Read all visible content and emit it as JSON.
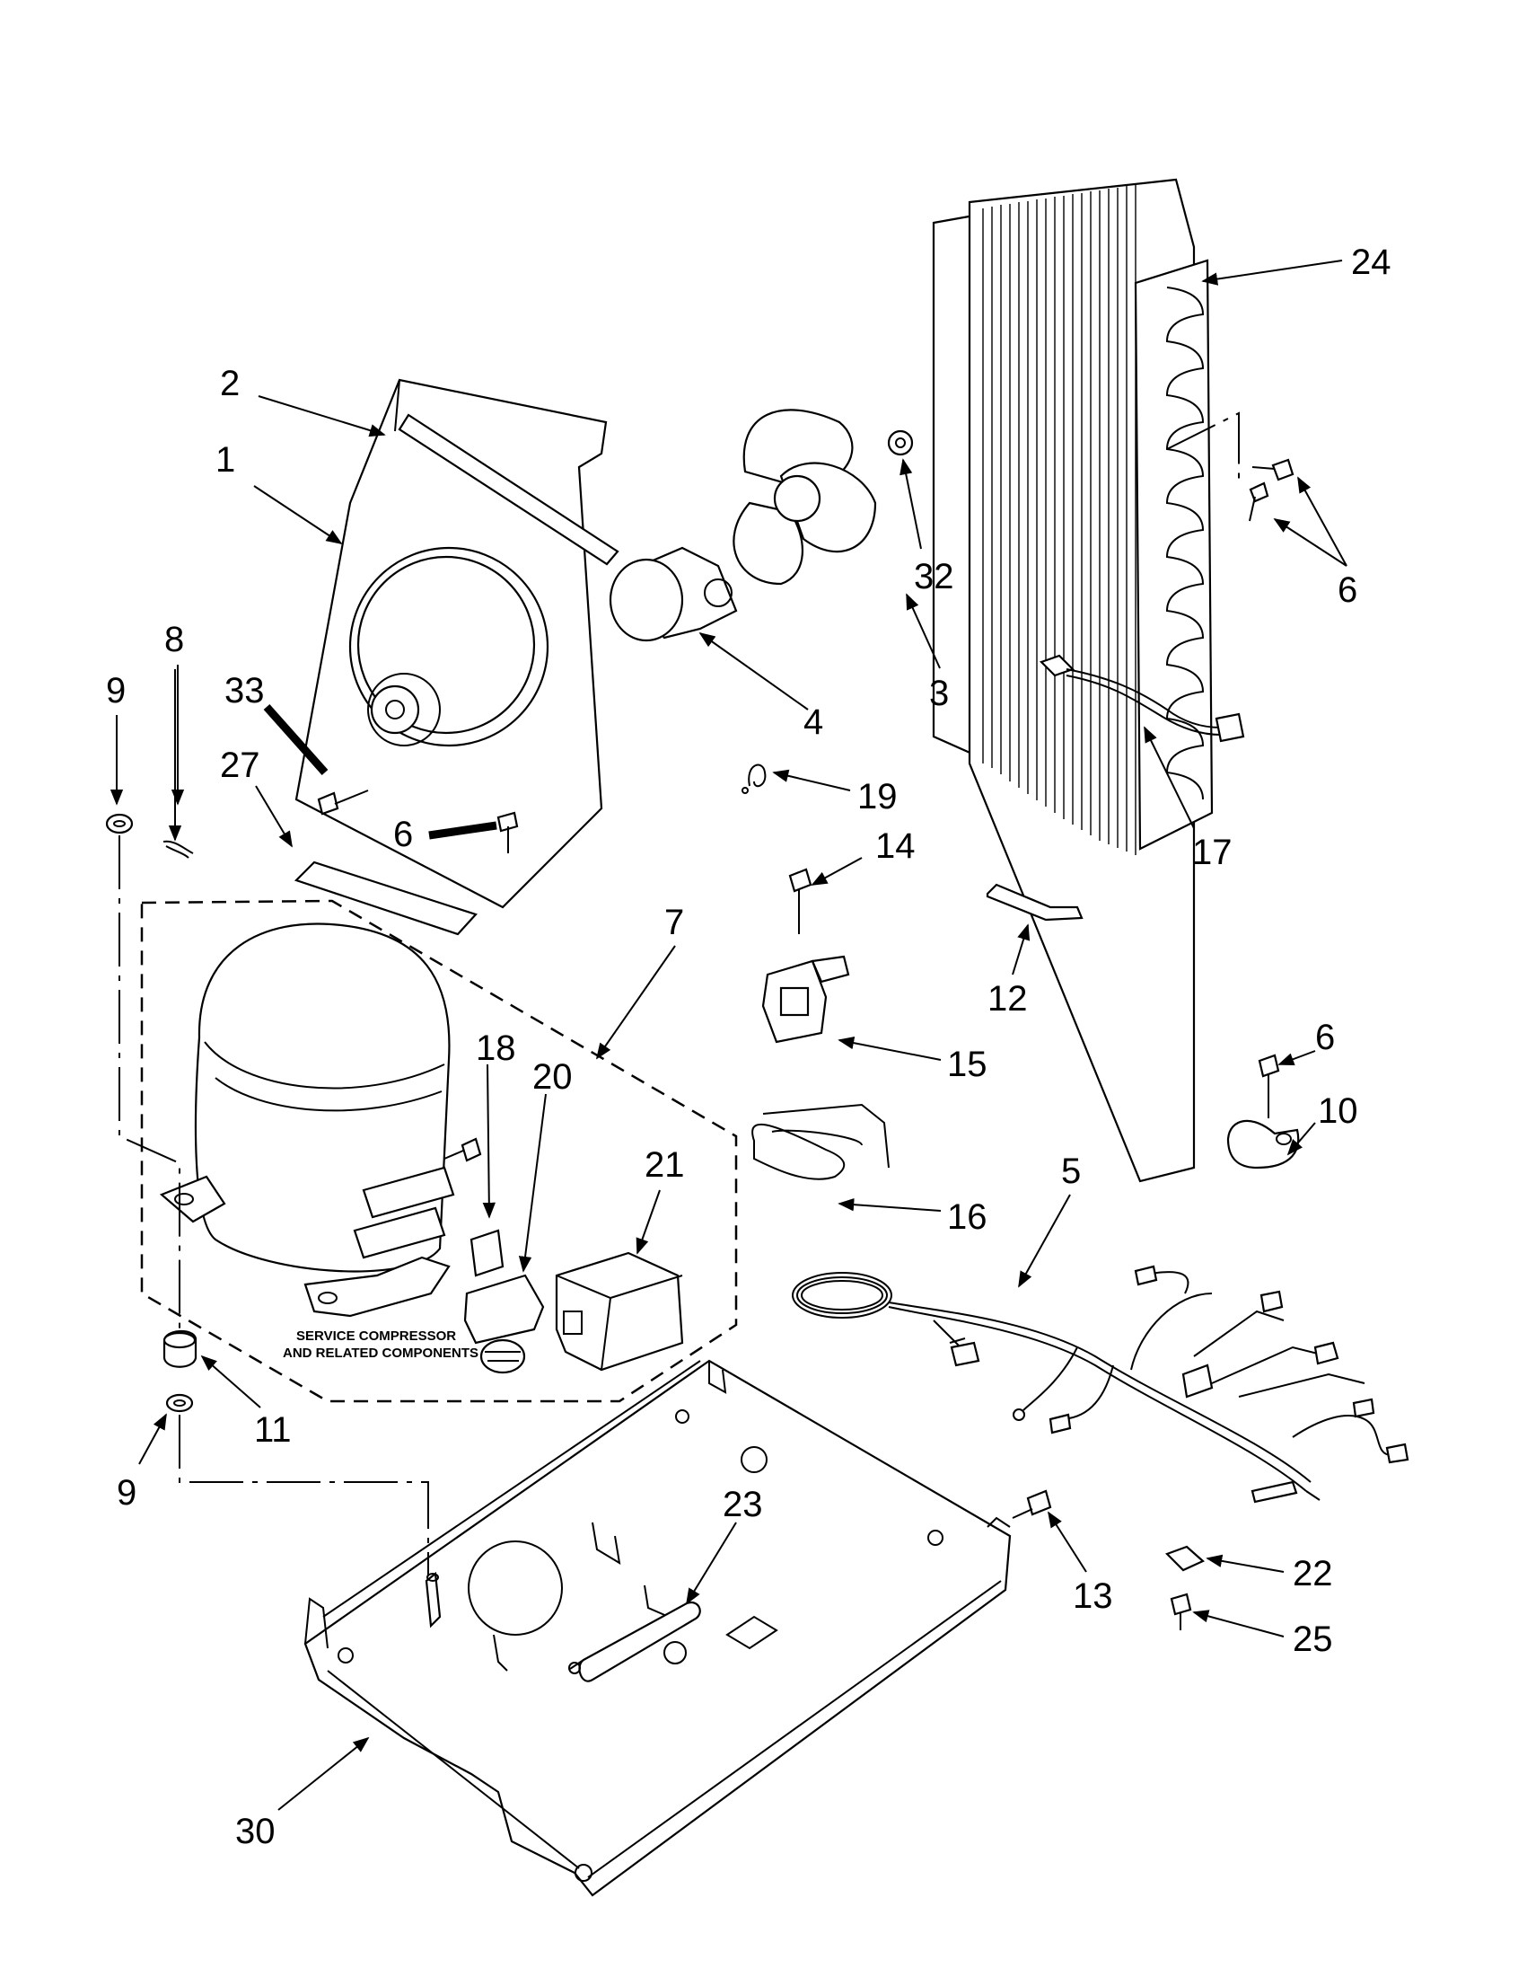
{
  "callouts": {
    "c1": "1",
    "c2": "2",
    "c3": "3",
    "c4": "4",
    "c5": "5",
    "c6a": "6",
    "c6b": "6",
    "c6c": "6",
    "c7": "7",
    "c8": "8",
    "c9a": "9",
    "c9b": "9",
    "c10": "10",
    "c11": "11",
    "c12": "12",
    "c13": "13",
    "c14": "14",
    "c15": "15",
    "c16": "16",
    "c17": "17",
    "c18": "18",
    "c19": "19",
    "c20": "20",
    "c21": "21",
    "c22": "22",
    "c23": "23",
    "c24": "24",
    "c25": "25",
    "c27": "27",
    "c30": "30",
    "c32": "32",
    "c33": "33"
  },
  "note": {
    "line1": "SERVICE COMPRESSOR",
    "line2": "AND RELATED COMPONENTS"
  }
}
